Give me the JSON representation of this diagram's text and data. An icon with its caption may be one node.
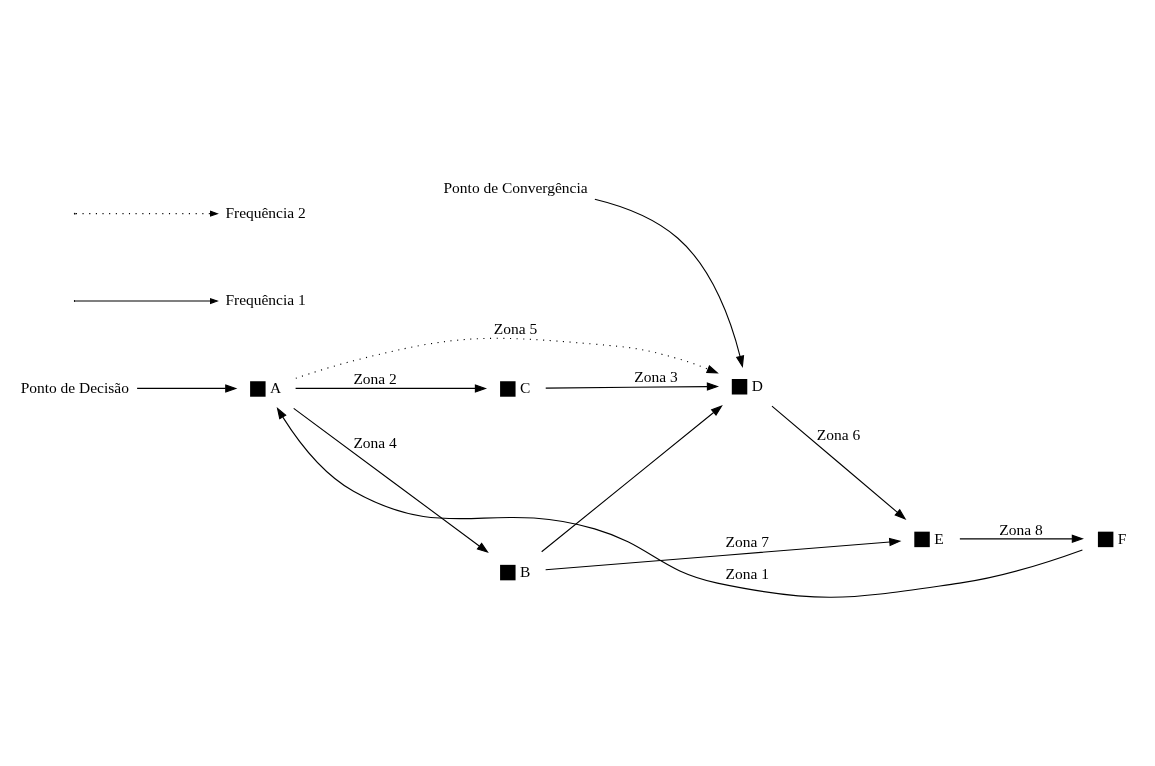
{
  "diagram": {
    "nodes": [
      {
        "text": [
          "Ponto de Decisão"
        ]
      },
      {
        "text": [],
        "shape": "box",
        "beside": [
          "C"
        ]
      },
      {
        "text": [],
        "shape": "box",
        "beside": [
          "A"
        ]
      },
      {
        "text": [],
        "shape": "box",
        "beside": [
          "F"
        ]
      },
      {
        "text": [],
        "shape": "box",
        "beside": [
          "B"
        ]
      },
      {
        "text": [
          "Ponto de Convergência"
        ]
      },
      {
        "text": [],
        "shape": "box",
        "beside": [
          "D"
        ]
      },
      {
        "text": [],
        "shape": "box",
        "beside": [
          "E"
        ]
      }
    ],
    "edges": [
      {
        "from": 0,
        "to": 2,
        "arrow": "to"
      },
      {
        "from": 3,
        "to": 2,
        "arrow": "to",
        "label": "Zona 1"
      },
      {
        "from": 2,
        "to": 1,
        "arrow": "to",
        "label": "Zona 2"
      },
      {
        "from": 1,
        "to": 6,
        "arrow": "to",
        "label": "Zona 3"
      },
      {
        "from": 2,
        "to": 4,
        "arrow": "to",
        "label": "Zona 4"
      },
      {
        "from": 4,
        "to": 6,
        "arrow": "to"
      },
      {
        "from": 2,
        "to": 6,
        "arrow": "to",
        "style": "dashed",
        "label": "Zona 5"
      },
      {
        "from": 5,
        "to": 6,
        "arrow": "to"
      },
      {
        "from": 6,
        "to": 7,
        "arrow": "to",
        "label": "Zona 6"
      },
      {
        "from": 4,
        "to": 7,
        "arrow": "to",
        "label": "Zona 7"
      },
      {
        "from": 7,
        "to": 3,
        "arrow": "to",
        "label": "Zona 8"
      }
    ],
    "legend": [
      {
        "text": "Frequência 2"
      },
      {
        "text": "Frequência 1"
      }
    ]
  }
}
